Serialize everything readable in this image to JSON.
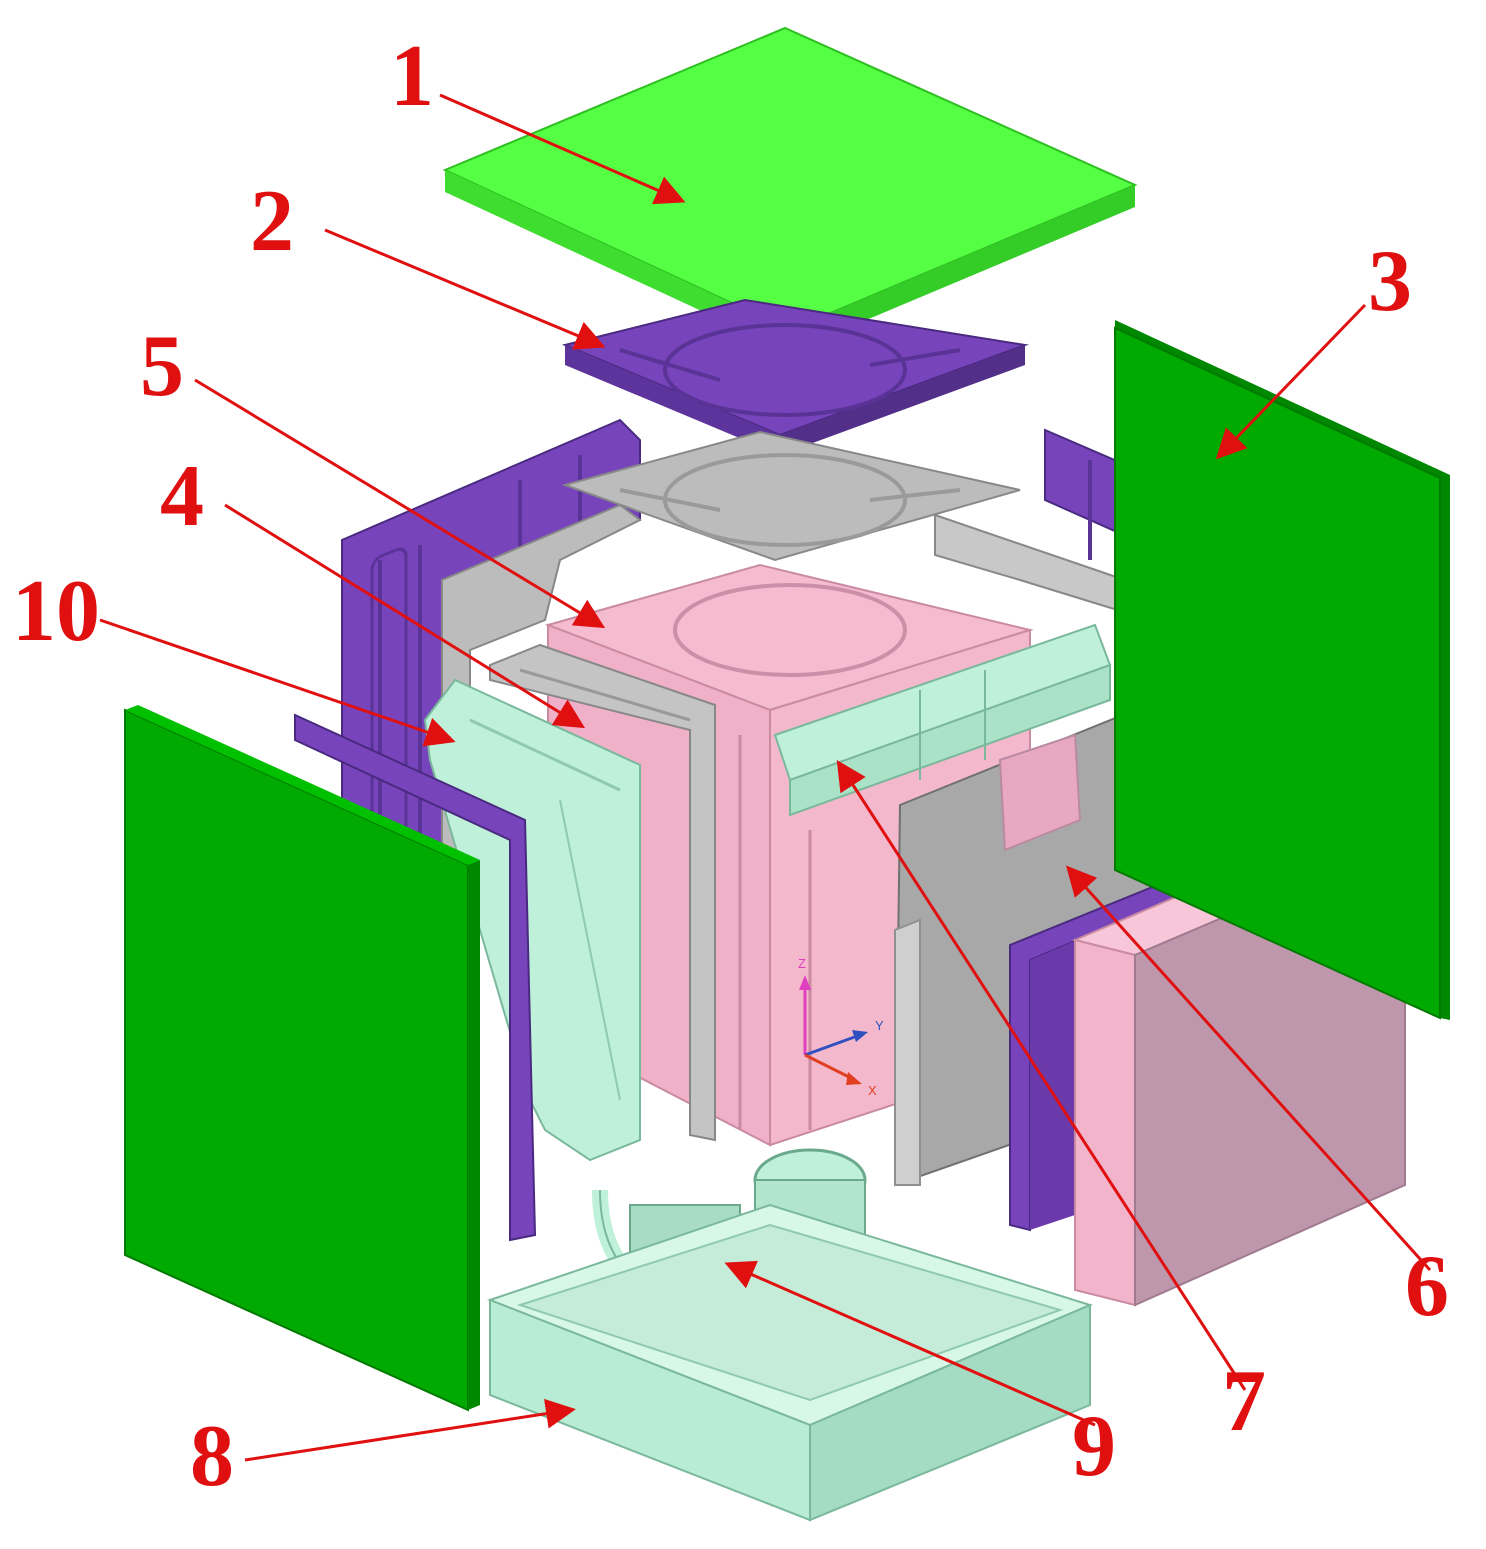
{
  "colors": {
    "red": "#e01010",
    "green": "#00aa00",
    "light_green": "#55ff44",
    "purple": "#7744bb",
    "gray": "#bcbcbc",
    "pink": "#f5bcd0",
    "mint": "#bff0da"
  },
  "labels": [
    "1",
    "2",
    "3",
    "4",
    "5",
    "6",
    "7",
    "8",
    "9",
    "10"
  ],
  "axis_labels": {
    "z": "Z",
    "y": "Y",
    "x": "X"
  }
}
